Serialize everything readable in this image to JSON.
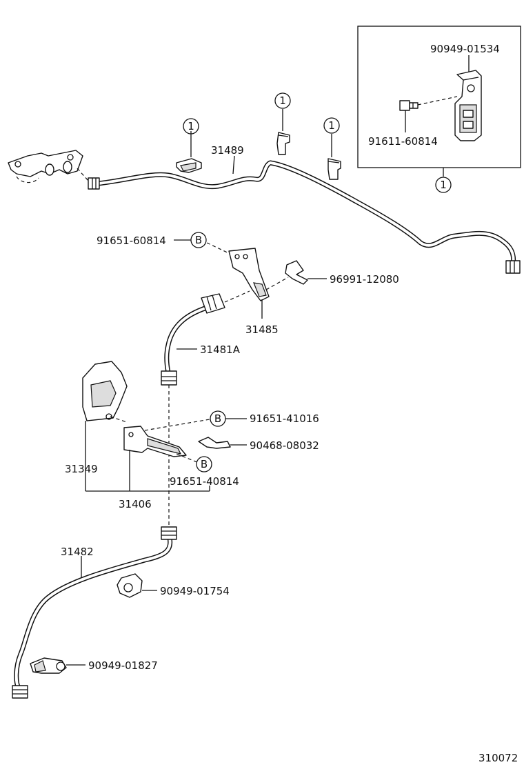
{
  "diagram": {
    "figure_number": "310072",
    "callouts": {
      "circle_one": "1",
      "circle_b": "B"
    },
    "parts": {
      "p90949_01534": "90949-01534",
      "p91611_60814": "91611-60814",
      "p31489": "31489",
      "p91651_60814": "91651-60814",
      "p96991_12080": "96991-12080",
      "p31485": "31485",
      "p31481A": "31481A",
      "p91651_41016": "91651-41016",
      "p90468_08032": "90468-08032",
      "p31349": "31349",
      "p91651_40814": "91651-40814",
      "p31406": "31406",
      "p31482": "31482",
      "p90949_01754": "90949-01754",
      "p90949_01827": "90949-01827"
    }
  }
}
